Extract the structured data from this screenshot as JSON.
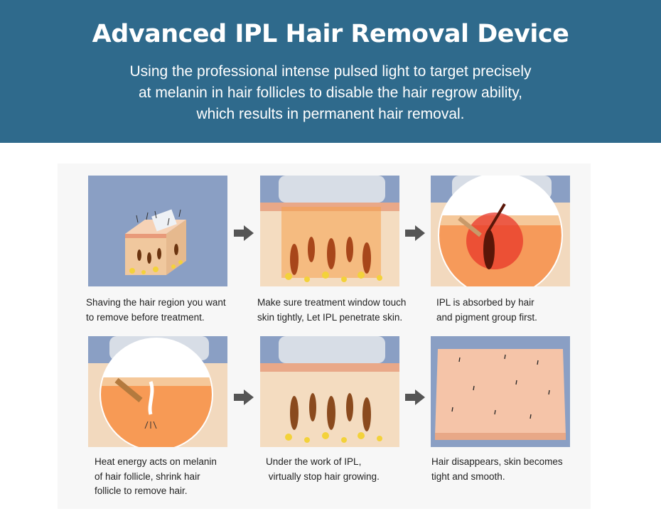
{
  "header": {
    "title": "Advanced IPL Hair Removal Device",
    "subtitle_lines": [
      "Using the professional intense pulsed light to target precisely",
      "at melanin in hair follicles to disable the hair regrow ability,",
      "which results in permanent hair removal."
    ]
  },
  "steps": [
    {
      "caption_lines": [
        "Shaving the hair region you want",
        "to remove before treatment."
      ]
    },
    {
      "caption_lines": [
        "Make sure treatment window touch",
        "skin tightly, Let IPL penetrate skin."
      ]
    },
    {
      "caption_lines": [
        "IPL is absorbed by hair",
        "and pigment group first."
      ]
    },
    {
      "caption_lines": [
        "Heat energy acts on melanin",
        "of hair follicle, shrink hair",
        "follicle to remove hair."
      ]
    },
    {
      "caption_lines": [
        "Under the work of IPL,",
        " virtually stop hair growing."
      ]
    },
    {
      "caption_lines": [
        "Hair disappears, skin becomes",
        "tight and smooth."
      ]
    }
  ],
  "colors": {
    "banner": "#2f6a8c",
    "tile_bg": "#8a9fc4",
    "skin": "#f3c9a6",
    "follicle": "#7a3a12",
    "glow": "#e8372a",
    "arrow": "#555555"
  }
}
